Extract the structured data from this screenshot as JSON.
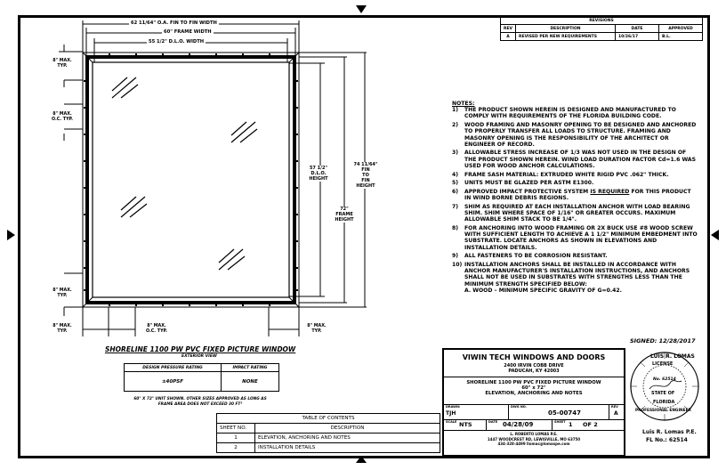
{
  "drawing": {
    "title": "SHORELINE 1100 PW PVC FIXED PICTURE WINDOW",
    "subtitle": "EXTERIOR VIEW",
    "design_table": {
      "headers": [
        "DESIGN PRESSURE RATING",
        "IMPACT RATING"
      ],
      "values": [
        "±40PSF",
        "NONE"
      ]
    },
    "size_note_line1": "60\" X 72\" UNIT SHOWN. OTHER SIZES APPROVED AS LONG AS",
    "size_note_line2": "FRAME AREA DOES NOT EXCEED 30 FT²"
  },
  "dimensions": {
    "fin_width": "62 11/64\" O.A. FIN TO FIN WIDTH",
    "frame_width": "60\" FRAME WIDTH",
    "dlo_width": "55 1/2\" D.L.O. WIDTH",
    "dlo_height": [
      "57 1/2\"",
      "D.L.O.",
      "HEIGHT"
    ],
    "frame_height": [
      "72\"",
      "FRAME",
      "HEIGHT"
    ],
    "fin_height": [
      "74 11/64\"",
      "FIN",
      "TO",
      "FIN",
      "HEIGHT"
    ],
    "anchor_top": [
      "8\" MAX.",
      "TYP."
    ],
    "anchor_oc_left": [
      "8\" MAX.",
      "O.C. TYP."
    ],
    "anchor_bottom_left": [
      "8\" MAX.",
      "TYP."
    ],
    "anchor_bl_horiz": [
      "8\" MAX.",
      "TYP."
    ],
    "anchor_oc_bottom": [
      "8\" MAX.",
      "O.C. TYP."
    ],
    "anchor_br_horiz": [
      "8\" MAX.",
      "TYP."
    ]
  },
  "revisions": {
    "title": "REVISIONS",
    "headers": [
      "REV",
      "DESCRIPTION",
      "DATE",
      "APPROVED"
    ],
    "rows": [
      {
        "rev": "A",
        "description": "REVISED PER NEW REQUIREMENTS",
        "date": "10/26/17",
        "approved": "B.L."
      }
    ]
  },
  "notes": {
    "heading": "NOTES:",
    "items": [
      {
        "num": "1)",
        "text": "THE PRODUCT SHOWN HEREIN IS DESIGNED AND MANUFACTURED TO COMPLY WITH REQUIREMENTS OF THE FLORIDA BUILDING CODE."
      },
      {
        "num": "2)",
        "text": "WOOD FRAMING AND MASONRY OPENING TO BE DESIGNED AND ANCHORED TO PROPERLY TRANSFER ALL LOADS TO STRUCTURE. FRAMING AND MASONRY OPENING IS THE RESPONSIBILITY OF THE ARCHITECT OR ENGINEER OF RECORD."
      },
      {
        "num": "3)",
        "text": "ALLOWABLE STRESS INCREASE OF 1/3 WAS NOT USED IN THE DESIGN OF THE PRODUCT SHOWN HEREIN. WIND LOAD DURATION FACTOR Cd=1.6 WAS USED FOR WOOD ANCHOR CALCULATIONS."
      },
      {
        "num": "4)",
        "text": "FRAME SASH MATERIAL: EXTRUDED WHITE RIGID PVC .062\" THICK."
      },
      {
        "num": "5)",
        "text": "UNITS MUST BE GLAZED PER ASTM E1300."
      },
      {
        "num": "6)",
        "text_pre": "APPROVED IMPACT PROTECTIVE SYSTEM ",
        "text_ul": "IS REQUIRED",
        "text_post": " FOR THIS PRODUCT IN WIND BORNE DEBRIS REGIONS."
      },
      {
        "num": "7)",
        "text": "SHIM AS REQUIRED AT EACH INSTALLATION ANCHOR WITH LOAD BEARING SHIM. SHIM WHERE SPACE OF 1/16\" OR GREATER OCCURS. MAXIMUM ALLOWABLE SHIM STACK TO BE 1/4\"."
      },
      {
        "num": "8)",
        "text": "FOR ANCHORING INTO WOOD FRAMING OR 2X BUCK USE #8 WOOD SCREW WITH SUFFICIENT LENGTH TO ACHIEVE A 1 1/2\" MINIMUM EMBEDMENT INTO SUBSTRATE. LOCATE ANCHORS AS SHOWN IN ELEVATIONS AND INSTALLATION DETAILS."
      },
      {
        "num": "9)",
        "text": "ALL FASTENERS TO BE CORROSION RESISTANT."
      },
      {
        "num": "10)",
        "text": "INSTALLATION ANCHORS SHALL BE INSTALLED IN ACCORDANCE WITH ANCHOR MANUFACTURER'S INSTALLATION INSTRUCTIONS, AND ANCHORS SHALL NOT BE USED IN SUBSTRATES WITH STRENGTHS LESS THAN THE MINIMUM STRENGTH SPECIFIED BELOW:"
      },
      {
        "num": "",
        "text": "A. WOOD – MINIMUM SPECIFIC GRAVITY OF G=0.42."
      }
    ]
  },
  "signed": "SIGNED: 12/28/2017",
  "title_block": {
    "company": "VIWIN TECH WINDOWS AND DOORS",
    "address1": "2400 IRVIN COBB DRIVE",
    "address2": "PADUCAH, KY 42003",
    "product": "SHORELINE 1100 PW PVC FIXED PICTURE WINDOW",
    "size": "60\" x 72\"",
    "sheet_title": "ELEVATION, ANCHORING AND NOTES",
    "drawn_label": "DRAWN:",
    "drawn": "TJH",
    "dwg_label": "DWG NO.",
    "dwg_no": "05-00747",
    "rev_label": "REV",
    "rev": "A",
    "scale_label": "SCALE",
    "scale": "NTS",
    "date_label": "DATE",
    "date": "04/28/09",
    "sheet_label": "SHEET",
    "sheet": "1",
    "of": "OF 2",
    "engineer_line1": "L. ROBERTO LOMAS P.E.",
    "engineer_line2": "1447 WOODCREST RD, LEWISVILLE, MO 63750",
    "engineer_line3": "434-328-4499   llomas@lomaspe.com"
  },
  "seal": {
    "ring_top": "LUIS R. LOMAS",
    "license": "LICENSE",
    "number": "No. 62514",
    "state": "STATE OF",
    "florida": "FLORIDA",
    "bottom": "PROFESSIONAL ENGINEER",
    "name": "Luis R. Lomas P.E.",
    "reg": "FL No.: 62514"
  },
  "toc": {
    "title": "TABLE OF CONTENTS",
    "headers": [
      "SHEET NO.",
      "DESCRIPTION"
    ],
    "rows": [
      {
        "sheet": "1",
        "description": "ELEVATION, ANCHORING AND NOTES"
      },
      {
        "sheet": "2",
        "description": "INSTALLATION DETAILS"
      }
    ]
  }
}
